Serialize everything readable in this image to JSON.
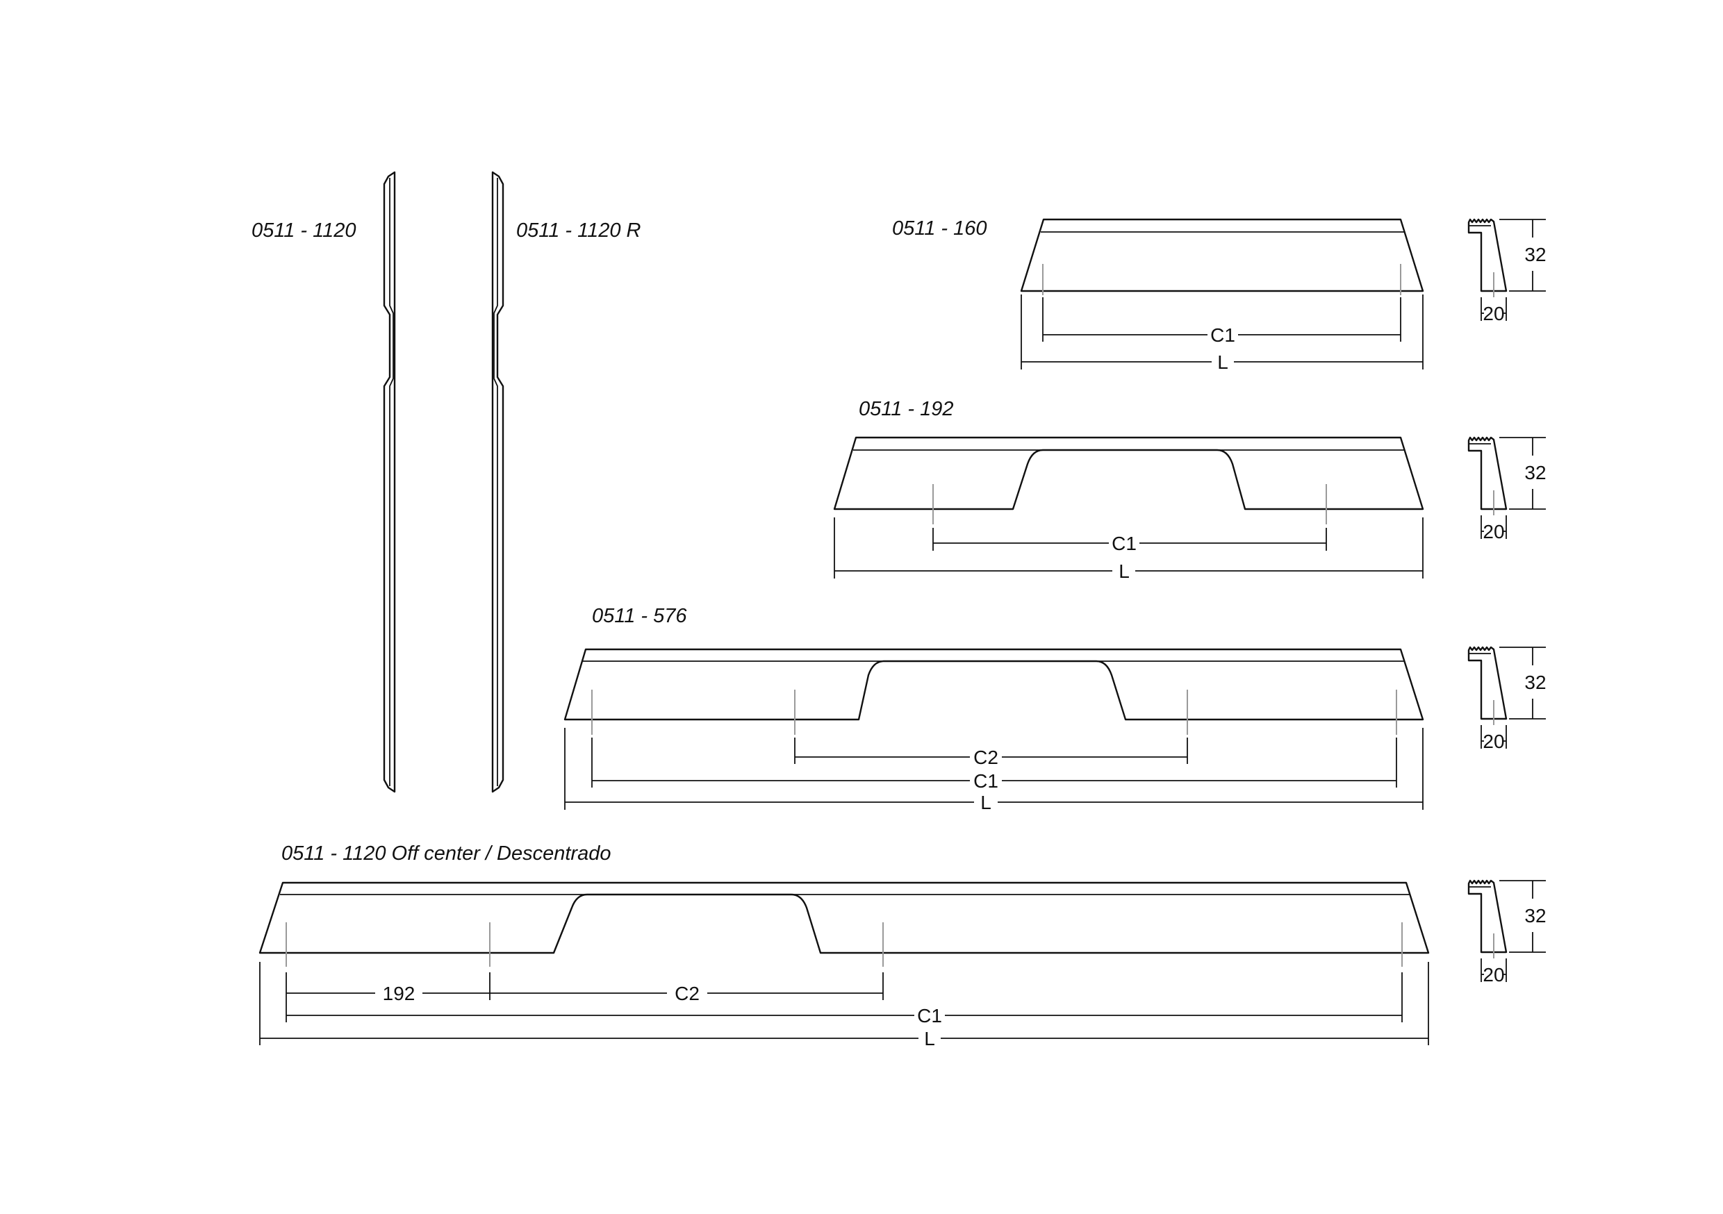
{
  "titles": {
    "vertical_1": "0511 - 1120",
    "vertical_2": "0511 - 1120 R",
    "h160": "0511 - 160",
    "h192": "0511 - 192",
    "h576": "0511 - 576",
    "h1120_off": "0511 - 1120 Off center / Descentrado"
  },
  "dimensions": {
    "h160": {
      "c1": "C1",
      "l": "L"
    },
    "h192": {
      "c1": "C1",
      "l": "L"
    },
    "h576": {
      "c2": "C2",
      "c1": "C1",
      "l": "L"
    },
    "h1120_off": {
      "offset": "192",
      "c2": "C2",
      "c1": "C1",
      "l": "L"
    }
  },
  "profiles": [
    {
      "height": "32",
      "depth": "20"
    },
    {
      "height": "32",
      "depth": "20"
    },
    {
      "height": "32",
      "depth": "20"
    },
    {
      "height": "32",
      "depth": "20"
    }
  ]
}
